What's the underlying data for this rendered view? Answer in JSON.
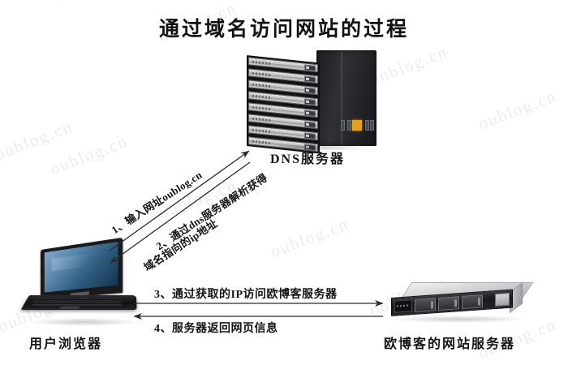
{
  "title": "通过域名访问网站的过程",
  "nodes": {
    "dns_server": {
      "label": "DNS服务器",
      "icon": "rack-server-icon"
    },
    "client": {
      "label": "用户浏览器",
      "icon": "laptop-icon"
    },
    "web_server": {
      "label": "欧博客的网站服务器",
      "icon": "rack-server-1u-icon"
    }
  },
  "steps": [
    {
      "number": "1",
      "text": "1、输入网址oublog.cn",
      "from": "client",
      "to": "dns_server",
      "direction": "up-right"
    },
    {
      "number": "2",
      "text_line1": "2、通过dns服务器解析获得",
      "text_line2": "域名指向的ip地址",
      "from": "dns_server",
      "to": "client",
      "direction": "down-left"
    },
    {
      "number": "3",
      "text": "3、通过获取的IP访问欧博客服务器",
      "from": "client",
      "to": "web_server",
      "direction": "right"
    },
    {
      "number": "4",
      "text": "4、服务器返回网页信息",
      "from": "web_server",
      "to": "client",
      "direction": "left"
    }
  ],
  "watermark": {
    "text": "oublog.cn",
    "color": "#ececed"
  },
  "colors": {
    "background": "#ffffff",
    "text": "#141414",
    "arrow": "#2b2b2b",
    "server_led": "#e8a11c",
    "laptop_screen": "#2f5d80"
  }
}
